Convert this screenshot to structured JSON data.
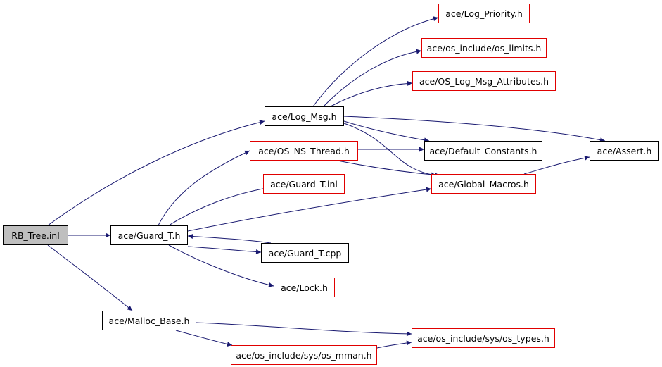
{
  "diagram": {
    "title": "RB_Tree.inl include dependency graph",
    "colors": {
      "edge": "#191970",
      "documented_border": "#000000",
      "undocumented_border": "#e00000",
      "root_fill": "#bfbfbf"
    },
    "nodes": [
      {
        "id": "rb_tree",
        "label": "RB_Tree.inl",
        "style": "root"
      },
      {
        "id": "guard_t_h",
        "label": "ace/Guard_T.h",
        "style": "black"
      },
      {
        "id": "log_msg",
        "label": "ace/Log_Msg.h",
        "style": "black"
      },
      {
        "id": "malloc_base",
        "label": "ace/Malloc_Base.h",
        "style": "black"
      },
      {
        "id": "log_priority",
        "label": "ace/Log_Priority.h",
        "style": "red"
      },
      {
        "id": "os_limits",
        "label": "ace/os_include/os_limits.h",
        "style": "red"
      },
      {
        "id": "os_log_msg_attr",
        "label": "ace/OS_Log_Msg_Attributes.h",
        "style": "red"
      },
      {
        "id": "os_ns_thread",
        "label": "ace/OS_NS_Thread.h",
        "style": "red"
      },
      {
        "id": "default_constants",
        "label": "ace/Default_Constants.h",
        "style": "black"
      },
      {
        "id": "assert",
        "label": "ace/Assert.h",
        "style": "black"
      },
      {
        "id": "global_macros",
        "label": "ace/Global_Macros.h",
        "style": "red"
      },
      {
        "id": "guard_t_inl",
        "label": "ace/Guard_T.inl",
        "style": "red"
      },
      {
        "id": "guard_t_cpp",
        "label": "ace/Guard_T.cpp",
        "style": "black"
      },
      {
        "id": "lock",
        "label": "ace/Lock.h",
        "style": "red"
      },
      {
        "id": "os_types",
        "label": "ace/os_include/sys/os_types.h",
        "style": "red"
      },
      {
        "id": "os_mman",
        "label": "ace/os_include/sys/os_mman.h",
        "style": "red"
      }
    ],
    "edges": [
      {
        "from": "rb_tree",
        "to": "log_msg"
      },
      {
        "from": "rb_tree",
        "to": "guard_t_h"
      },
      {
        "from": "rb_tree",
        "to": "malloc_base"
      },
      {
        "from": "log_msg",
        "to": "log_priority"
      },
      {
        "from": "log_msg",
        "to": "os_limits"
      },
      {
        "from": "log_msg",
        "to": "os_log_msg_attr"
      },
      {
        "from": "log_msg",
        "to": "assert"
      },
      {
        "from": "log_msg",
        "to": "default_constants"
      },
      {
        "from": "log_msg",
        "to": "global_macros"
      },
      {
        "from": "guard_t_h",
        "to": "os_ns_thread"
      },
      {
        "from": "guard_t_h",
        "to": "guard_t_inl"
      },
      {
        "from": "guard_t_h",
        "to": "global_macros"
      },
      {
        "from": "guard_t_h",
        "to": "guard_t_cpp"
      },
      {
        "from": "guard_t_h",
        "to": "lock"
      },
      {
        "from": "guard_t_cpp",
        "to": "guard_t_h"
      },
      {
        "from": "os_ns_thread",
        "to": "default_constants"
      },
      {
        "from": "os_ns_thread",
        "to": "global_macros"
      },
      {
        "from": "global_macros",
        "to": "assert"
      },
      {
        "from": "malloc_base",
        "to": "os_types"
      },
      {
        "from": "malloc_base",
        "to": "os_mman"
      },
      {
        "from": "os_mman",
        "to": "os_types"
      }
    ]
  }
}
